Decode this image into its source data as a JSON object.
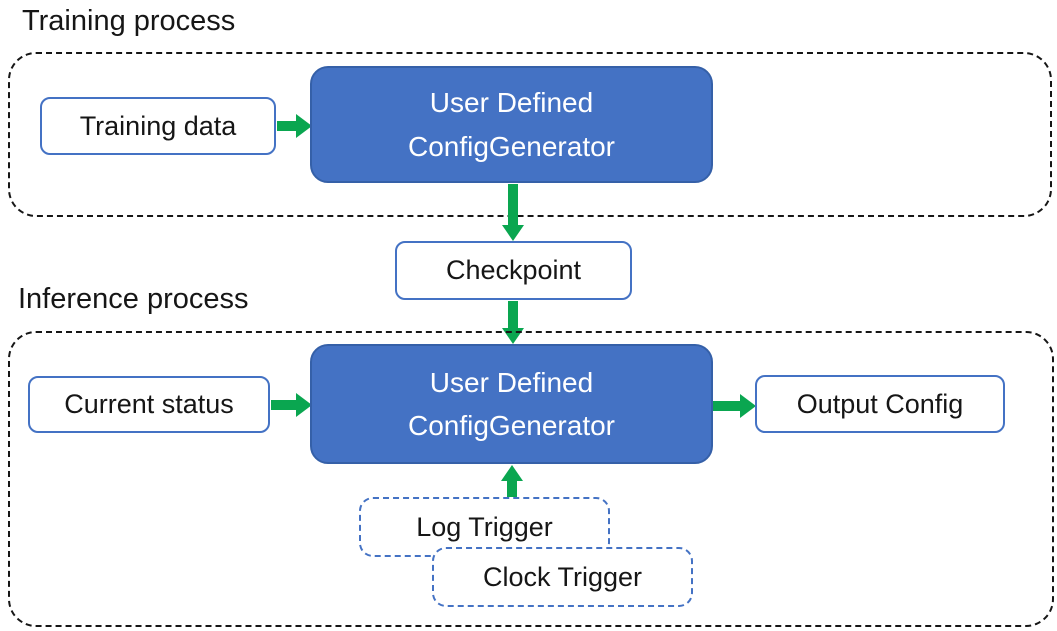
{
  "labels": {
    "training_process": "Training process",
    "inference_process": "Inference process"
  },
  "training": {
    "input": "Training data",
    "generator_line1": "User Defined",
    "generator_line2": "ConfigGenerator"
  },
  "checkpoint": "Checkpoint",
  "inference": {
    "input": "Current status",
    "generator_line1": "User Defined",
    "generator_line2": "ConfigGenerator",
    "output": "Output Config",
    "triggers": [
      "Log Trigger",
      "Clock Trigger"
    ]
  },
  "colors": {
    "node_fill_blue": "#4472C4",
    "node_border_blue": "#3560A8",
    "white_box_border_blue": "#4472C4",
    "trigger_dash_blue": "#4472C4",
    "arrow_green": "#0AA650",
    "container_dash_black": "#161616",
    "text_black": "#161616",
    "text_white": "#FFFFFF"
  }
}
